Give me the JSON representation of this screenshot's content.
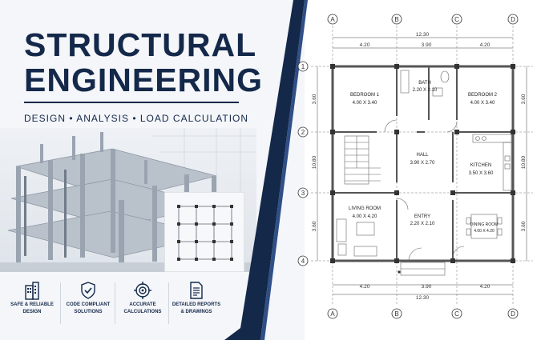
{
  "header": {
    "title_line1": "STRUCTURAL",
    "title_line2": "ENGINEERING",
    "subtitle": "DESIGN  •  ANALYSIS  •  LOAD CALCULATION"
  },
  "features": [
    {
      "icon": "building-icon",
      "line1": "SAFE & RELIABLE",
      "line2": "DESIGN"
    },
    {
      "icon": "shield-check-icon",
      "line1": "CODE COMPLIANT",
      "line2": "SOLUTIONS"
    },
    {
      "icon": "crosshair-icon",
      "line1": "ACCURATE",
      "line2": "CALCULATIONS"
    },
    {
      "icon": "document-icon",
      "line1": "DETAILED REPORTS",
      "line2": "& DRAWINGS"
    }
  ],
  "plan": {
    "col_labels": [
      "A",
      "B",
      "C",
      "D"
    ],
    "row_labels": [
      "1",
      "2",
      "3",
      "4"
    ],
    "top_total": "12.30",
    "bottom_total": "12.30",
    "spans": [
      "4.20",
      "3.90",
      "4.20"
    ],
    "left_dims": [
      "3.60",
      "10.80",
      "3.60"
    ],
    "right_dims": [
      "3.60",
      "10.80",
      "3.60"
    ],
    "rooms": [
      {
        "name": "BEDROOM 1",
        "size": "4.00 X 3.40"
      },
      {
        "name": "BATH",
        "size": "2.20 X 2.10"
      },
      {
        "name": "BEDROOM 2",
        "size": "4.00 X 3.40"
      },
      {
        "name": "HALL",
        "size": "3.90 X 2.70"
      },
      {
        "name": "KITCHEN",
        "size": "3.50 X 3.60"
      },
      {
        "name": "LIVING ROOM",
        "size": "4.00 X 4.20"
      },
      {
        "name": "ENTRY",
        "size": "2.20 X 2.10"
      },
      {
        "name": "DINING ROOM",
        "size": "4.00 X 4.20"
      }
    ]
  },
  "colors": {
    "navy": "#14284a",
    "accent": "#1a3566"
  }
}
